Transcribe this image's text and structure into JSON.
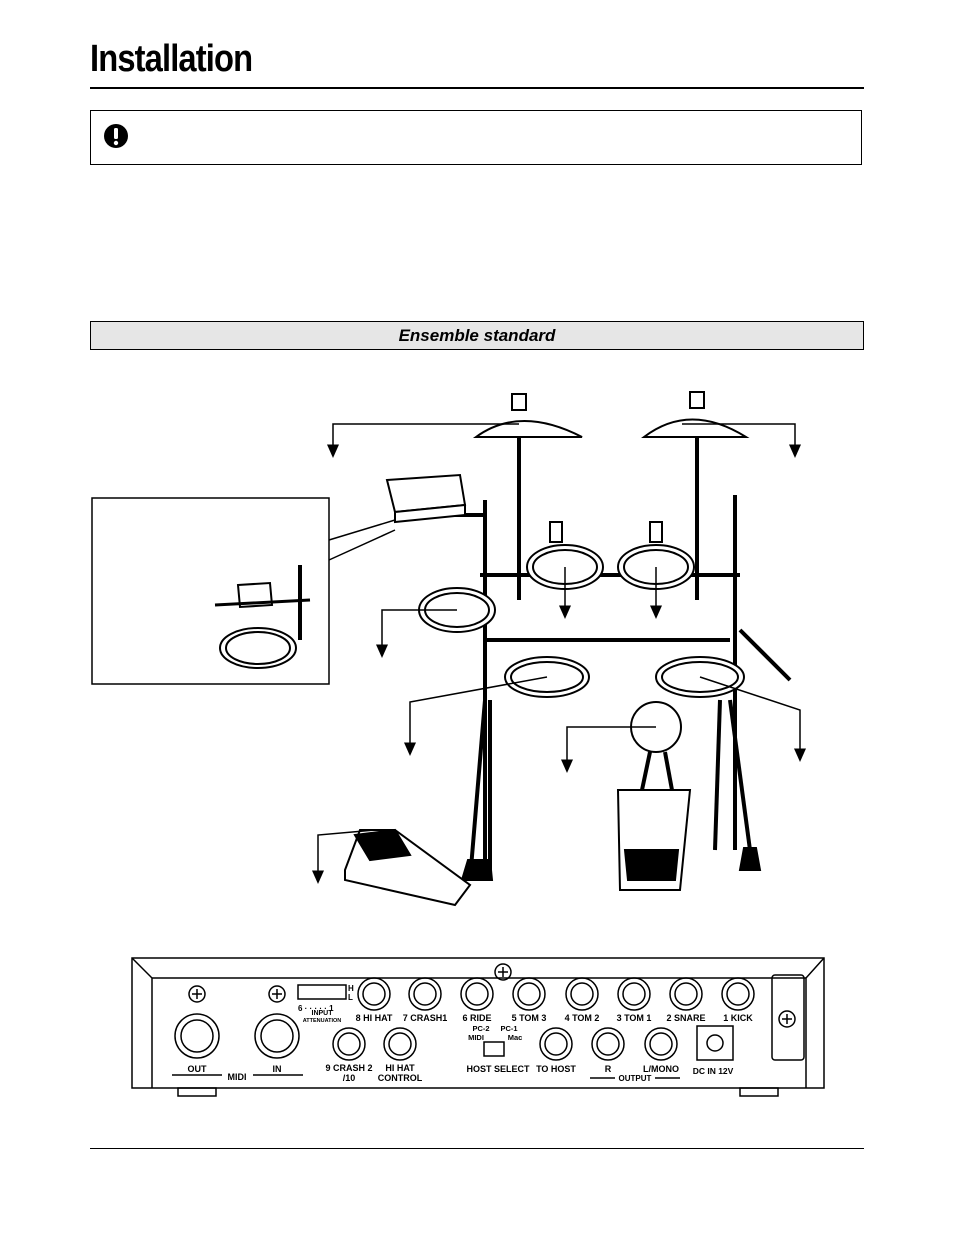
{
  "page": {
    "title": "Installation",
    "section_heading": "Ensemble standard"
  },
  "notice": {
    "icon": "exclamation-icon"
  },
  "rear_panel": {
    "attenuation_scale": "6 · · · · · 1",
    "attenuation_h": "H",
    "attenuation_l": "L",
    "attenuation_label_1": "INPUT",
    "attenuation_label_2": "ATTENUATION",
    "jacks_top": [
      {
        "label": "8  HI HAT"
      },
      {
        "label": "7  CRASH1"
      },
      {
        "label": "6  RIDE"
      },
      {
        "label": "5  TOM 3"
      },
      {
        "label": "4  TOM 2"
      },
      {
        "label": "3  TOM 1"
      },
      {
        "label": "2  SNARE"
      },
      {
        "label": "1  KICK"
      }
    ],
    "jack_crash2_line1": "9  CRASH 2",
    "jack_crash2_line2": "/10",
    "jack_hihat_ctrl_line1": "HI HAT",
    "jack_hihat_ctrl_line2": "CONTROL",
    "host_select_pc2": "PC-2",
    "host_select_pc1": "PC-1",
    "host_select_midi": "MIDI",
    "host_select_mac": "Mac",
    "host_select_label": "HOST SELECT",
    "to_host_label": "TO HOST",
    "output_r": "R",
    "output_lmono": "L/MONO",
    "output_label": "OUTPUT",
    "dc_in_label": "DC IN 12V",
    "midi_out": "OUT",
    "midi_in": "IN",
    "midi_label": "MIDI"
  }
}
